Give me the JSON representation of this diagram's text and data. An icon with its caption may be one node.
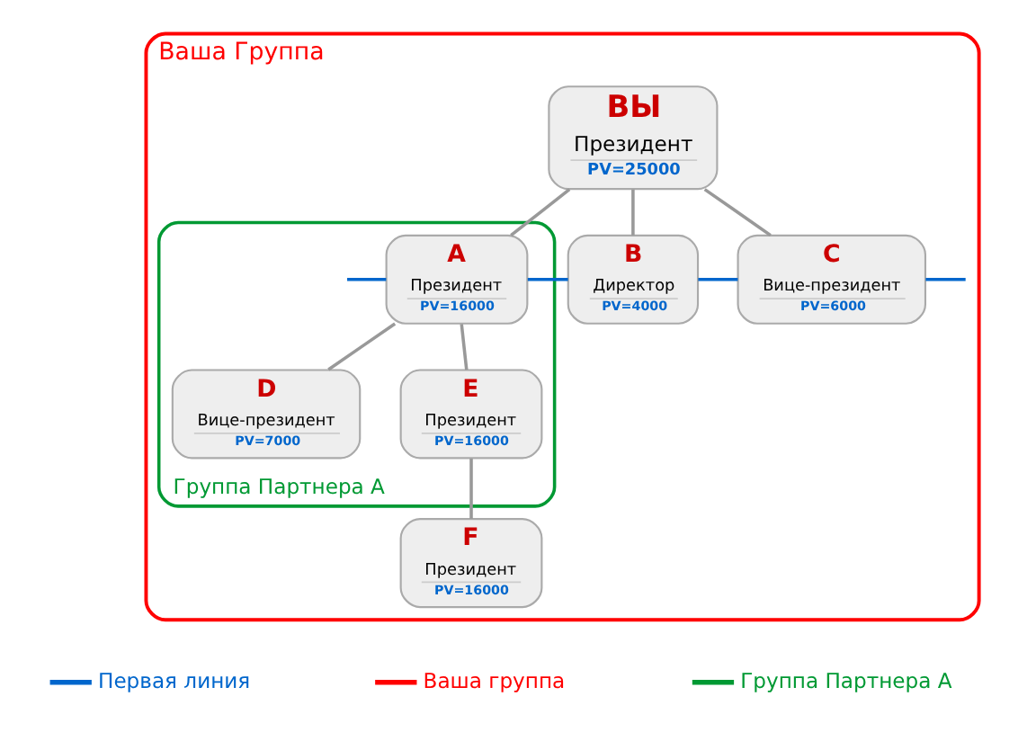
{
  "diagram": {
    "nodes": [
      {
        "text": [
          "Ваша Группа"
        ]
      },
      {
        "text": [
          "ВЫ",
          "Президент",
          "PV=25000"
        ],
        "in": 0
      },
      {
        "text": [
          "Группа Партнера А"
        ],
        "in": 0
      },
      {
        "text": [
          "A",
          "Президент",
          "PV=16000"
        ],
        "in": 2
      },
      {
        "text": [
          "B",
          "Директор",
          "PV=4000"
        ],
        "in": 0
      },
      {
        "text": [
          "C",
          "Вице-президент",
          "PV=6000"
        ],
        "in": 0
      },
      {
        "text": [
          "D",
          "Вице-президент",
          "PV=7000"
        ],
        "in": 2
      },
      {
        "text": [
          "E",
          "Президент",
          "PV=16000"
        ],
        "in": 2
      },
      {
        "text": [
          "F",
          "Президент",
          "PV=16000"
        ],
        "in": 0
      }
    ],
    "edges": [
      {
        "from": 1,
        "to": 3,
        "arrow": "none"
      },
      {
        "from": 1,
        "to": 4,
        "arrow": "none"
      },
      {
        "from": 1,
        "to": 5,
        "arrow": "none"
      },
      {
        "from": 3,
        "to": 6,
        "arrow": "none"
      },
      {
        "from": 3,
        "to": 7,
        "arrow": "none"
      },
      {
        "from": 7,
        "to": 8,
        "arrow": "none"
      },
      {
        "from": null,
        "to": 3,
        "arrow": "none",
        "color": "#0066cc"
      },
      {
        "from": 3,
        "to": 4,
        "arrow": "none",
        "color": "#0066cc"
      },
      {
        "from": 4,
        "to": 5,
        "arrow": "none",
        "color": "#0066cc"
      },
      {
        "from": 5,
        "to": null,
        "arrow": "none",
        "color": "#0066cc"
      }
    ],
    "legend": [
      {
        "text": "Первая линия"
      },
      {
        "text": "Ваша группа"
      },
      {
        "text": "Группа Партнера А"
      }
    ]
  }
}
